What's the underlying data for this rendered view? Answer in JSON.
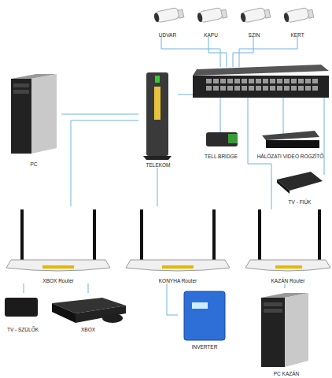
{
  "diagram": {
    "nodes": [
      {
        "text": [
          "UDVAR"
        ]
      },
      {
        "text": [
          "KAPU"
        ]
      },
      {
        "text": [
          "SZIN"
        ]
      },
      {
        "text": [
          "KERT"
        ]
      },
      {
        "text": [
          "PC"
        ]
      },
      {
        "text": [
          "TELEKOM"
        ]
      },
      {
        "text": [
          "TELL BRIDGE"
        ]
      },
      {
        "text": [
          "HÁLÓZATI VIDEO RÖGZÍTŐ"
        ]
      },
      {
        "text": [
          "TV - FIÚK"
        ]
      },
      {
        "text": [
          "XBOX Router"
        ]
      },
      {
        "text": [
          "KONYHA Router"
        ]
      },
      {
        "text": [
          "KAZÁN Router"
        ]
      },
      {
        "text": [
          "TV - SZÜLŐK"
        ]
      },
      {
        "text": [
          "XBOX"
        ]
      },
      {
        "text": [
          "INVERTER"
        ]
      },
      {
        "text": [
          "PC KAZÁN"
        ]
      }
    ],
    "edges": [
      {
        "from": 4,
        "to": 5,
        "arrow": "none"
      },
      {
        "from": 5,
        "to": 9,
        "arrow": "none"
      },
      {
        "from": 5,
        "to": 10,
        "arrow": "none"
      },
      {
        "from": 9,
        "to": 12,
        "arrow": "none"
      },
      {
        "from": 9,
        "to": 13,
        "arrow": "none"
      },
      {
        "from": 10,
        "to": 14,
        "arrow": "none"
      },
      {
        "from": 11,
        "to": 15,
        "arrow": "none"
      }
    ]
  }
}
